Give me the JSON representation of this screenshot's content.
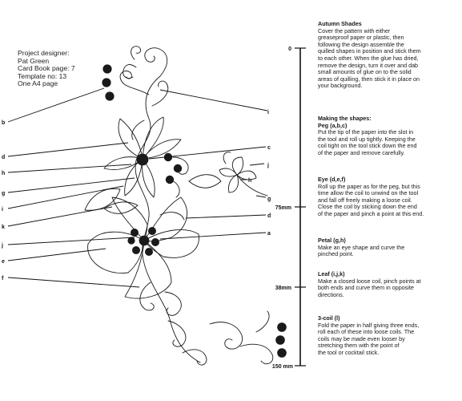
{
  "info": {
    "lines": [
      "Project designer:",
      "Pat Green",
      "Card Book page: 7",
      "Template no: 13",
      "One A4 page"
    ]
  },
  "scale": {
    "marks": [
      "0",
      "75mm",
      "38mm",
      "150 mm"
    ]
  },
  "labels": {
    "b": "b",
    "d": "d",
    "h": "h",
    "g": "g",
    "i": "i",
    "k": "k",
    "j": "j",
    "e": "e",
    "f": "f",
    "c": "c",
    "a": "a",
    "right_i": "i",
    "right_d": "d",
    "small_j": "j",
    "small_h": "h",
    "small_g": "g"
  },
  "instructions": {
    "autumn_title": "Autumn Shades",
    "autumn_lines": [
      "Cover the pattern with either",
      "greaseproof paper or plastic, then",
      "following the design assemble the",
      "quilled shapes in position and stick them",
      "to each other. When the glue has dried,",
      "remove the design, turn it over and dab",
      "small amounts of glue on to the solid",
      "areas of quilling, then stick it in place on",
      "your background."
    ],
    "making_title": "Making the shapes:",
    "peg_title": "Peg (a,b,c)",
    "peg_lines": [
      "Put the tip of the paper into the slot in",
      "the tool and roll up tightly. Keeping the",
      "coil tight on the tool stick down the end",
      "of the paper and remove carefully."
    ],
    "eye_title": "Eye (d,e,f)",
    "eye_lines": [
      "Roll up the paper as for the peg, but this",
      "time allow the coil to unwind on the tool",
      "and fall off freely making a loose coil.",
      "Close the coil by sticking down the end",
      "of the paper and pinch a point at this end."
    ],
    "petal_title": "Petal (g,h)",
    "petal_lines": [
      "Make an eye shape and curve the",
      "pinched point."
    ],
    "leaf_title": "Leaf (i,j,k)",
    "leaf_lines": [
      "Make a closed loose coil, pinch points at",
      "both ends and curve them in opposite",
      "directions."
    ],
    "coil_title": "3-coil (l)",
    "coil_lines": [
      "Fold the paper in half giving three ends,",
      "roll each of these into loose coils. The",
      "coils may be made even looser by",
      "stretching them with the point of",
      "the tool or cocktail stick."
    ]
  }
}
